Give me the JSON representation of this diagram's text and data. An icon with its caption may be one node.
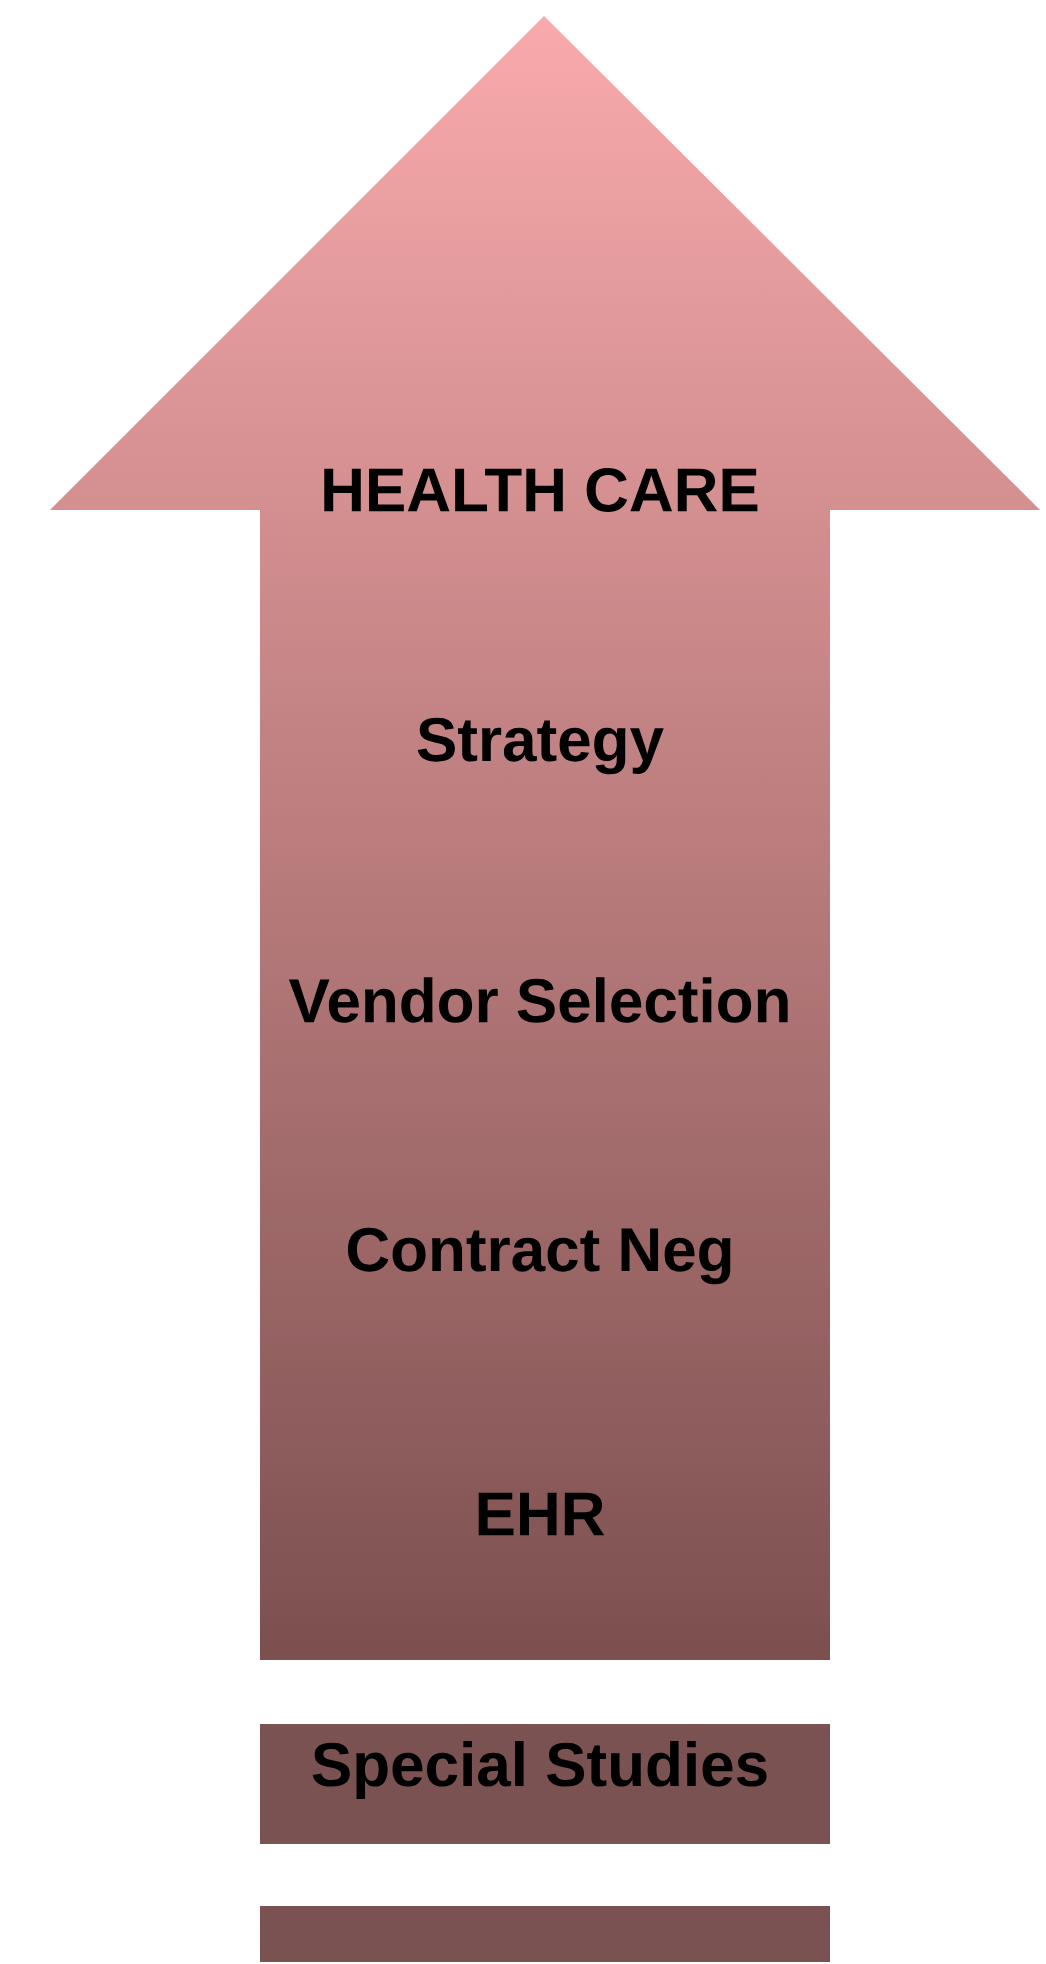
{
  "diagram": {
    "nodes": [
      {
        "text": [
          "HEALTH CARE",
          "Strategy",
          "Vendor Selection",
          "Contract Neg",
          "EHR"
        ]
      },
      {
        "text": [
          "Special Studies"
        ]
      },
      {
        "text": [],
        "shape": "bar"
      }
    ]
  }
}
